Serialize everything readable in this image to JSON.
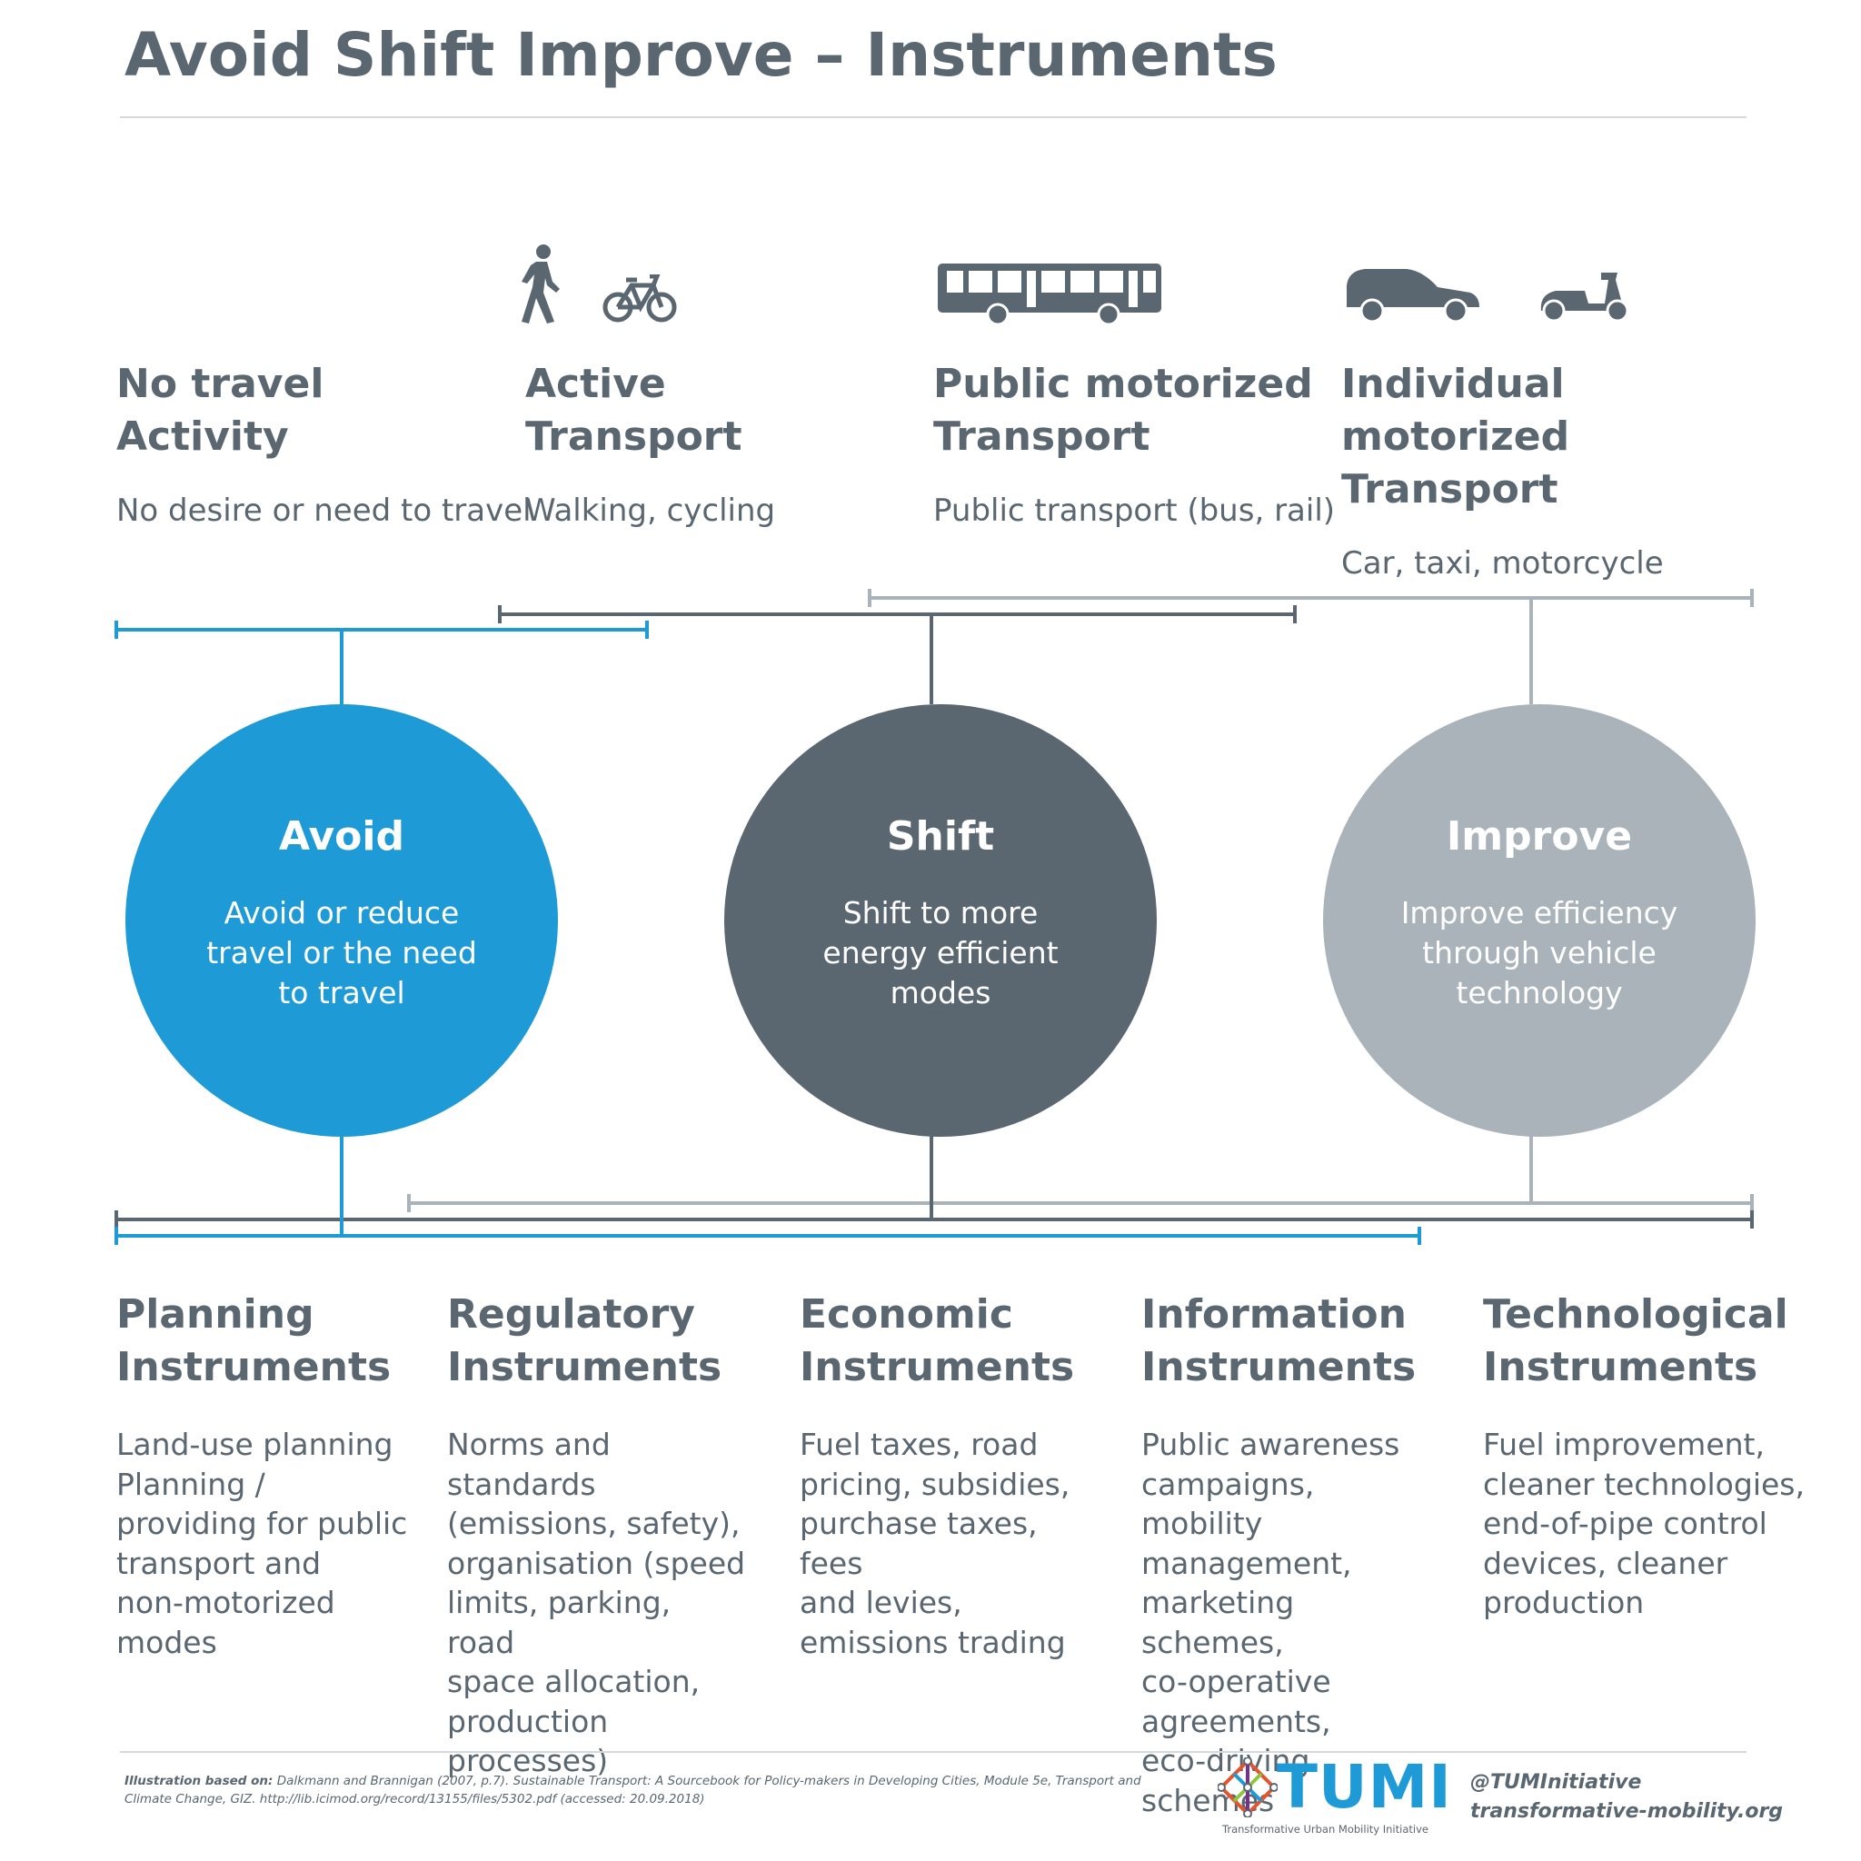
{
  "title": "Avoid Shift Improve – Instruments",
  "colors": {
    "avoid": "#1e9ad6",
    "shift": "#5a6670",
    "improve": "#a9b3b9",
    "text": "#5a6670"
  },
  "categories": [
    {
      "title": "No travel\nActivity",
      "desc": "No desire or need to travel",
      "icons": []
    },
    {
      "title": "Active\nTransport",
      "desc": "Walking, cycling",
      "icons": [
        "walking-person-icon",
        "bicycle-icon"
      ]
    },
    {
      "title": "Public motorized\nTransport",
      "desc": "Public transport (bus, rail)",
      "icons": [
        "bus-icon"
      ]
    },
    {
      "title": "Individual motorized\nTransport",
      "desc": "Car, taxi, motorcycle",
      "icons": [
        "car-icon",
        "scooter-icon"
      ]
    }
  ],
  "circles": [
    {
      "title": "Avoid",
      "desc": "Avoid or reduce\ntravel or the need\nto travel"
    },
    {
      "title": "Shift",
      "desc": "Shift to more\nenergy efficient\nmodes"
    },
    {
      "title": "Improve",
      "desc": "Improve efficiency\nthrough vehicle\ntechnology"
    }
  ],
  "instruments": [
    {
      "title": "Planning\nInstruments",
      "desc": "Land-use planning\n Planning /\nproviding for public\ntransport and\nnon-motorized\nmodes"
    },
    {
      "title": "Regulatory\nInstruments",
      "desc": "Norms and standards\n(emissions, safety),\norganisation (speed\nlimits, parking, road\nspace allocation,\nproduction processes)"
    },
    {
      "title": "Economic\nInstruments",
      "desc": "Fuel taxes, road\npricing, subsidies,\npurchase taxes, fees\nand levies,\nemissions trading"
    },
    {
      "title": "Information\nInstruments",
      "desc": "Public awareness\ncampaigns, mobility\nmanagement,\nmarketing schemes,\nco-operative\nagreements,\neco-driving schemes"
    },
    {
      "title": "Technological\nInstruments",
      "desc": "Fuel improvement,\ncleaner technologies,\nend-of-pipe control\ndevices, cleaner\nproduction"
    }
  ],
  "footer": {
    "note_label": "Illustration based on:",
    "note_text": "Dalkmann and Brannigan (2007, p.7). Sustainable Transport: A Sourcebook for Policy-makers in Developing Cities, Module 5e, Transport and Climate Change, GIZ. http://lib.icimod.org/record/13155/files/5302.pdf (accessed: 20.09.2018)",
    "logo_text": "TUMI",
    "logo_sub": "Transformative Urban Mobility Initiative",
    "handle": "@TUMInitiative",
    "website": "transformative-mobility.org"
  }
}
